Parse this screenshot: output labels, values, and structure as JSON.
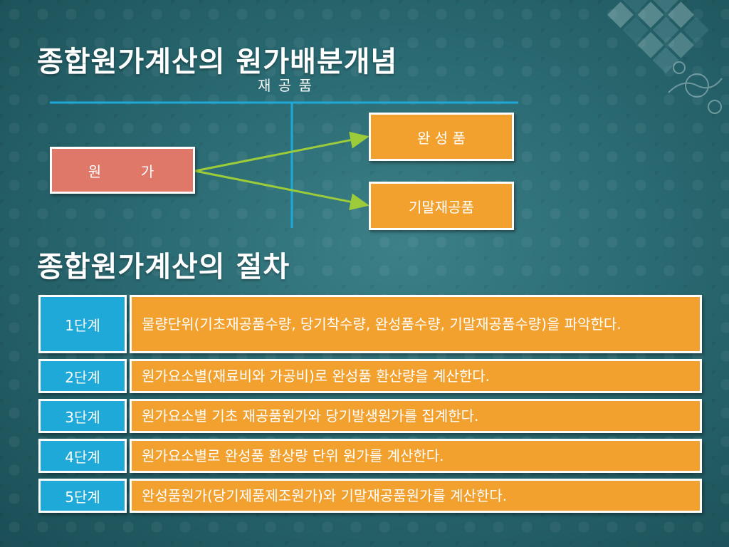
{
  "slide": {
    "title_allocation": "종합원가계산의 원가배분개념",
    "title_procedure": "종합원가계산의 절차"
  },
  "diagram": {
    "wip_label": "재 공 품",
    "cost_label": "원     가",
    "finished_goods_label": "완 성 품",
    "ending_wip_label": "기말재공품"
  },
  "steps": [
    {
      "label": "1단계",
      "text": "물량단위(기초재공품수량, 당기착수량, 완성품수량, 기말재공품수량)을 파악한다."
    },
    {
      "label": "2단계",
      "text": "원가요소별(재료비와 가공비)로 완성품 환산량을 계산한다."
    },
    {
      "label": "3단계",
      "text": "원가요소별 기초 재공품원가와 당기발생원가를 집계한다."
    },
    {
      "label": "4단계",
      "text": "원가요소별로 완성품 환상량 단위 원가를 계산한다."
    },
    {
      "label": "5단계",
      "text": "완성품원가(당기제품제조원가)와 기말재공품원가를 계산한다."
    }
  ],
  "colors": {
    "background": "#2a6a72",
    "cost_box": "#e0786a",
    "output_box": "#f2a02e",
    "step_label": "#1fa9d8",
    "step_desc": "#f2a02e",
    "t_account_line": "#1fa9d8",
    "arrow": "#9ccc3a"
  }
}
